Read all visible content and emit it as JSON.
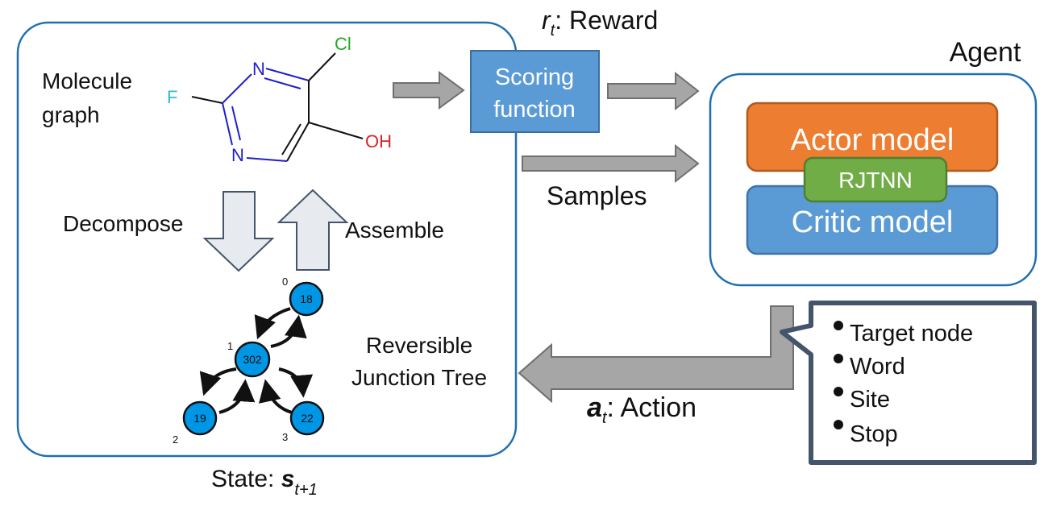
{
  "colors": {
    "state_border": "#1f6fb0",
    "arrow_gray": "#a6a6a6",
    "arrow_gray_stroke": "#6f6f6f",
    "scoring_fill": "#5b9bd5",
    "scoring_stroke": "#3a6fa0",
    "actor_fill": "#ed7d31",
    "actor_stroke": "#b05a1c",
    "critic_fill": "#5b9bd5",
    "critic_stroke": "#3f73a8",
    "rjtnn_fill": "#70ad47",
    "rjtnn_stroke": "#4e7f30",
    "tree_node_fill": "#0096e6",
    "callout_border": "#44546a",
    "block_arrow_fill": "#e7eaee",
    "block_arrow_stroke": "#44546a",
    "atom_N": "#2020c8",
    "atom_Cl": "#22aa22",
    "atom_OH": "#dd2222",
    "atom_F": "#33bbcc"
  },
  "state_panel": {
    "molecule_label_line1": "Molecule",
    "molecule_label_line2": "graph",
    "decompose_label": "Decompose",
    "assemble_label": "Assemble",
    "reversible_label_line1": "Reversible",
    "reversible_label_line2": "Junction Tree",
    "caption_prefix": "State: ",
    "caption_symbol": "s",
    "caption_subscript": "t+1"
  },
  "molecule": {
    "atoms": {
      "cl": "Cl",
      "f": "F",
      "n_top": "N",
      "n_bottom": "N",
      "oh": "OH"
    }
  },
  "junction_tree": {
    "nodes": [
      {
        "id": "0",
        "label": "18"
      },
      {
        "id": "1",
        "label": "302"
      },
      {
        "id": "2",
        "label": "19"
      },
      {
        "id": "3",
        "label": "22"
      }
    ]
  },
  "reward": {
    "symbol": "r",
    "subscript": "t",
    "text": ": Reward"
  },
  "scoring": {
    "line1": "Scoring",
    "line2": "function"
  },
  "samples_label": "Samples",
  "agent": {
    "title": "Agent",
    "actor": "Actor model",
    "critic": "Critic model",
    "rjtnn": "RJTNN"
  },
  "action": {
    "symbol": "a",
    "subscript": "t",
    "text": ": Action",
    "items": [
      "Target node",
      "Word",
      "Site",
      "Stop"
    ]
  }
}
